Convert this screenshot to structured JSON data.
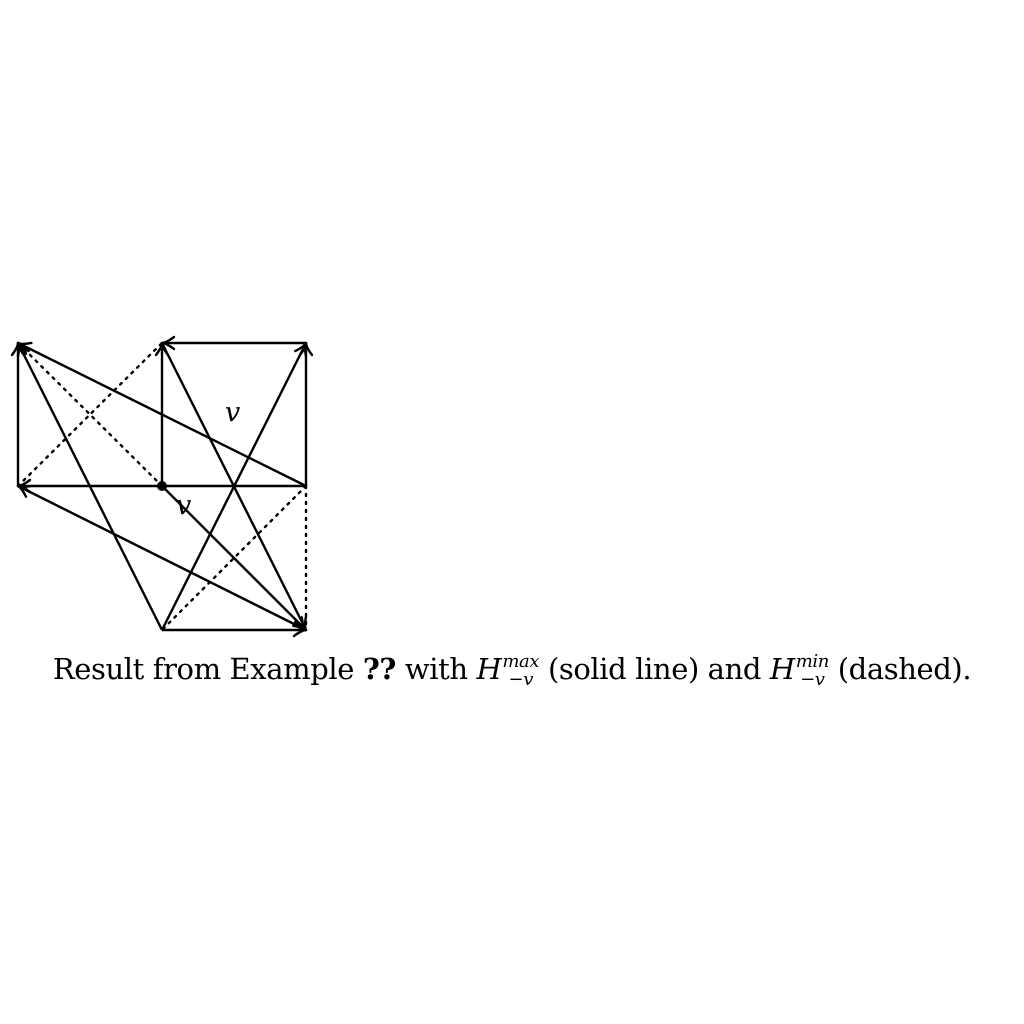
{
  "diagram": {
    "vertex_labels": {
      "upper_v": "v",
      "lower_v": "v"
    }
  },
  "caption": {
    "prefix": "Result from Example ",
    "ref": "??",
    "middle1": " with ",
    "max_base": "H",
    "max_sup": "max",
    "max_sub": "−v",
    "middle2": " (solid line) and ",
    "min_base": "H",
    "min_sup": "min",
    "min_sub": "−v",
    "suffix": " (dashed)."
  }
}
